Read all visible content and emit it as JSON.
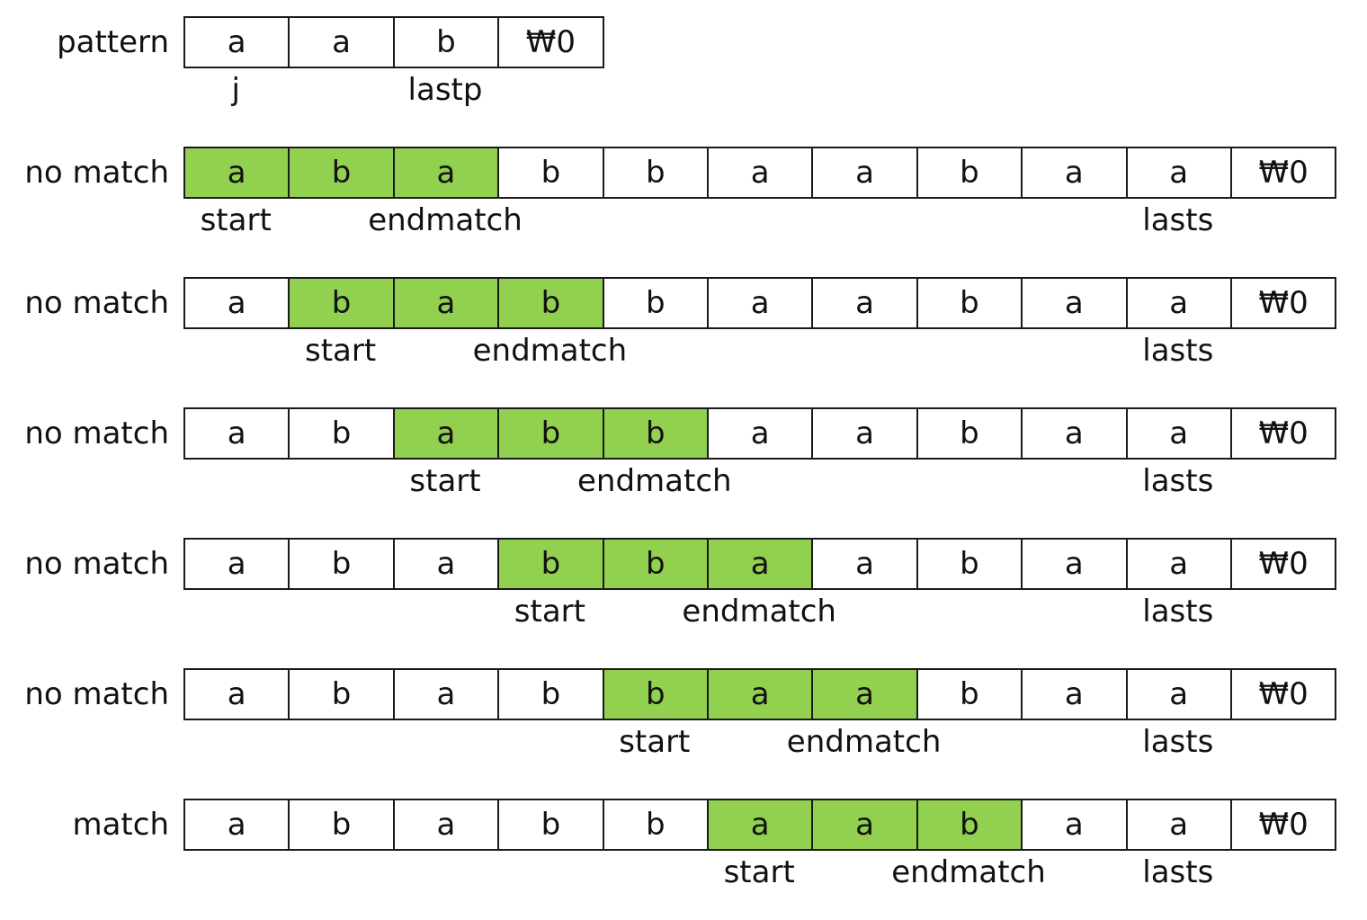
{
  "pattern_row": {
    "label": "pattern",
    "cells": [
      "a",
      "a",
      "b",
      "₩0"
    ],
    "markers": [
      {
        "text": "j",
        "index": 0
      },
      {
        "text": "lastp",
        "index": 2
      }
    ]
  },
  "rows": [
    {
      "label": "no match",
      "cells": [
        "a",
        "b",
        "a",
        "b",
        "b",
        "a",
        "a",
        "b",
        "a",
        "a",
        "₩0"
      ],
      "highlight": [
        0,
        1,
        2
      ],
      "markers": [
        {
          "text": "start",
          "index": 0
        },
        {
          "text": "endmatch",
          "index": 2
        },
        {
          "text": "lasts",
          "index": 9
        }
      ]
    },
    {
      "label": "no match",
      "cells": [
        "a",
        "b",
        "a",
        "b",
        "b",
        "a",
        "a",
        "b",
        "a",
        "a",
        "₩0"
      ],
      "highlight": [
        1,
        2,
        3
      ],
      "markers": [
        {
          "text": "start",
          "index": 1
        },
        {
          "text": "endmatch",
          "index": 3
        },
        {
          "text": "lasts",
          "index": 9
        }
      ]
    },
    {
      "label": "no match",
      "cells": [
        "a",
        "b",
        "a",
        "b",
        "b",
        "a",
        "a",
        "b",
        "a",
        "a",
        "₩0"
      ],
      "highlight": [
        2,
        3,
        4
      ],
      "markers": [
        {
          "text": "start",
          "index": 2
        },
        {
          "text": "endmatch",
          "index": 4
        },
        {
          "text": "lasts",
          "index": 9
        }
      ]
    },
    {
      "label": "no match",
      "cells": [
        "a",
        "b",
        "a",
        "b",
        "b",
        "a",
        "a",
        "b",
        "a",
        "a",
        "₩0"
      ],
      "highlight": [
        3,
        4,
        5
      ],
      "markers": [
        {
          "text": "start",
          "index": 3
        },
        {
          "text": "endmatch",
          "index": 5
        },
        {
          "text": "lasts",
          "index": 9
        }
      ]
    },
    {
      "label": "no match",
      "cells": [
        "a",
        "b",
        "a",
        "b",
        "b",
        "a",
        "a",
        "b",
        "a",
        "a",
        "₩0"
      ],
      "highlight": [
        4,
        5,
        6
      ],
      "markers": [
        {
          "text": "start",
          "index": 4
        },
        {
          "text": "endmatch",
          "index": 6
        },
        {
          "text": "lasts",
          "index": 9
        }
      ]
    },
    {
      "label": "match",
      "cells": [
        "a",
        "b",
        "a",
        "b",
        "b",
        "a",
        "a",
        "b",
        "a",
        "a",
        "₩0"
      ],
      "highlight": [
        5,
        6,
        7
      ],
      "markers": [
        {
          "text": "start",
          "index": 5
        },
        {
          "text": "endmatch",
          "index": 7
        },
        {
          "text": "lasts",
          "index": 9
        }
      ]
    }
  ],
  "colors": {
    "highlight": "#92d050",
    "border": "#1a1a1a"
  }
}
